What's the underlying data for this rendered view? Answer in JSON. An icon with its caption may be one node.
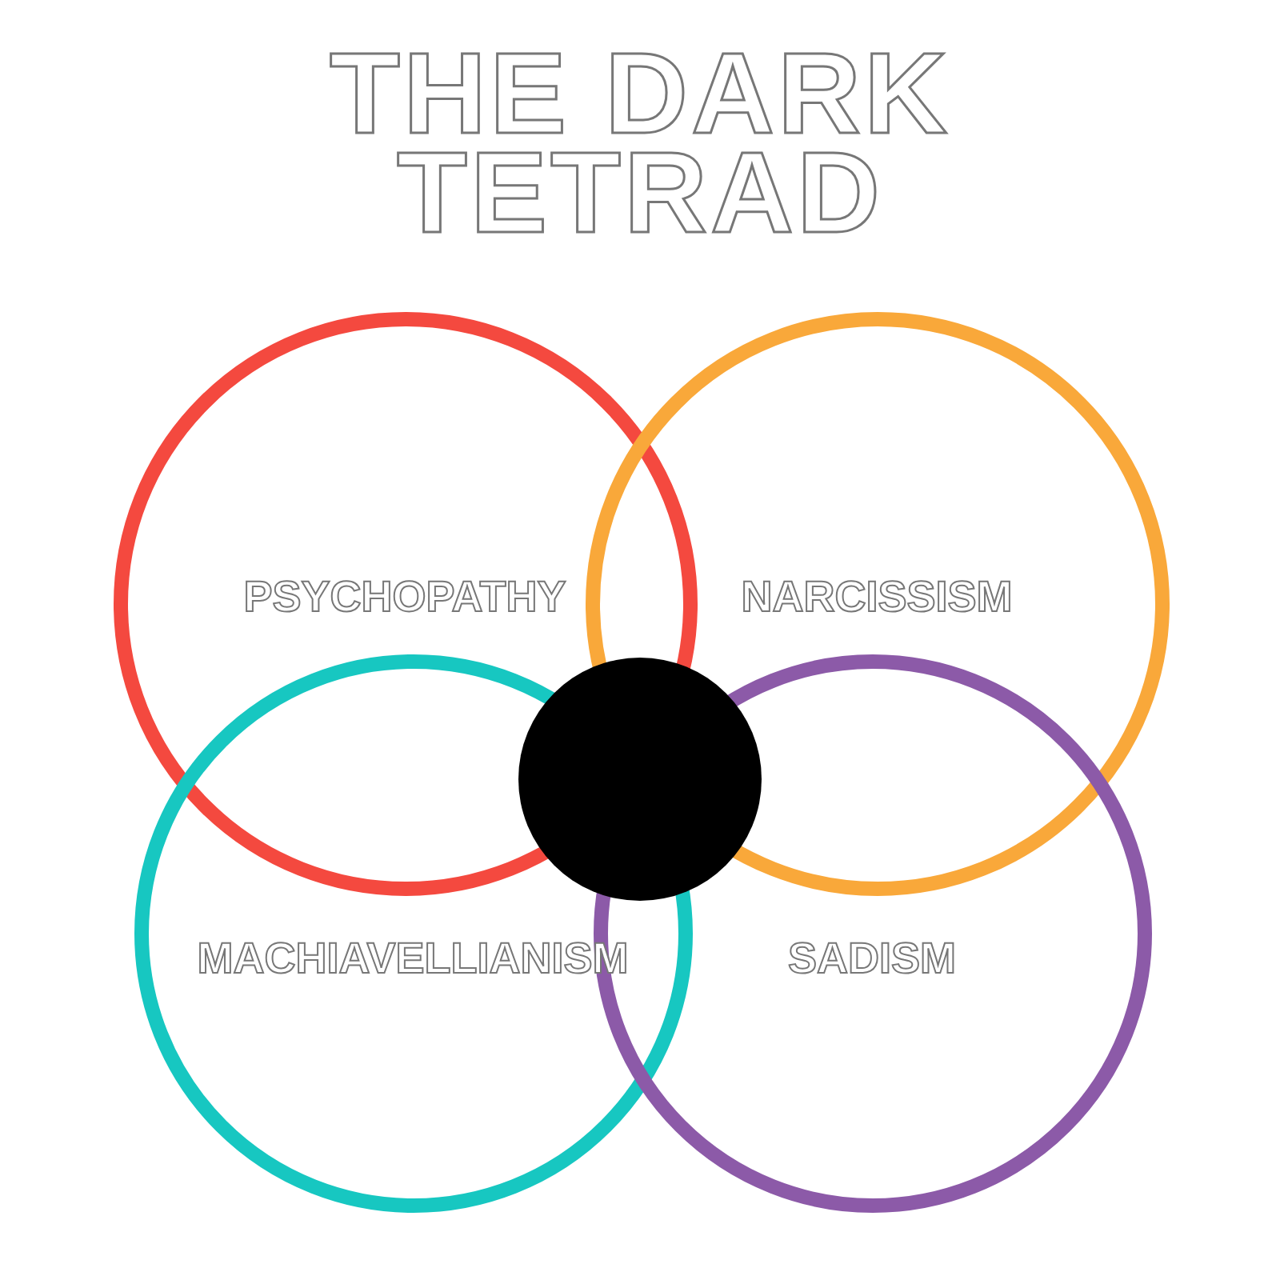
{
  "diagram": {
    "title": "THE DARK TETRAD",
    "nodes": [
      {
        "text": [
          "PSYCHOPATHY"
        ]
      },
      {
        "text": [
          "NARCISSISM"
        ]
      },
      {
        "text": [
          "MACHIAVELLIANISM"
        ]
      },
      {
        "text": [
          "SADISM"
        ]
      },
      {
        "text": [],
        "shape": "circle"
      }
    ],
    "edges": []
  }
}
